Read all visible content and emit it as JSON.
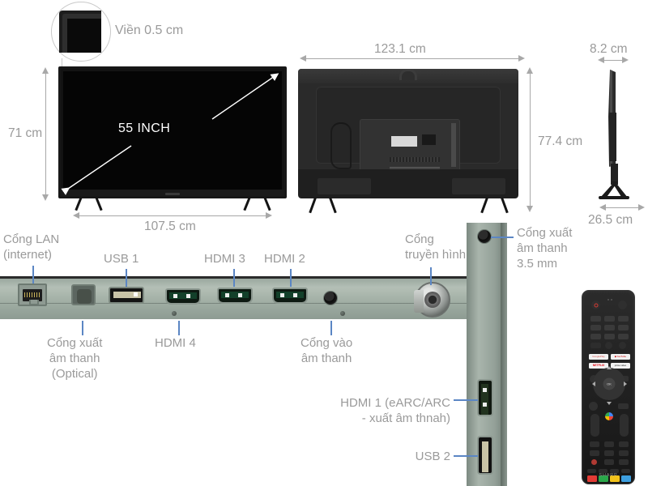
{
  "product": {
    "brand": "SHARP",
    "screen_size_label": "55 INCH"
  },
  "front_view": {
    "bezel_callout": "Viền 0.5 cm",
    "height_label": "71 cm",
    "width_label": "107.5 cm",
    "diagonal_label": "55 INCH"
  },
  "rear_view": {
    "width_label": "123.1 cm",
    "height_label": "77.4 cm"
  },
  "side_view": {
    "depth_label": "8.2 cm",
    "stand_depth_label": "26.5 cm"
  },
  "ports": {
    "bottom_panel": [
      {
        "id": "lan",
        "label": "Cổng LAN\n(internet)",
        "position": "above"
      },
      {
        "id": "optical",
        "label": "Cổng xuất\nâm thanh\n(Optical)",
        "position": "below"
      },
      {
        "id": "usb1",
        "label": "USB 1",
        "position": "above"
      },
      {
        "id": "hdmi4",
        "label": "HDMI 4",
        "position": "below"
      },
      {
        "id": "hdmi3",
        "label": "HDMI 3",
        "position": "above"
      },
      {
        "id": "hdmi2",
        "label": "HDMI 2",
        "position": "above"
      },
      {
        "id": "audio-in",
        "label": "Cổng vào\nâm thanh",
        "position": "below"
      },
      {
        "id": "rf",
        "label": "Cổng\ntruyền hình",
        "position": "above"
      }
    ],
    "side_panel": [
      {
        "id": "audio-out-35",
        "label": "Cổng xuất\nâm thanh\n3.5 mm"
      },
      {
        "id": "hdmi1",
        "label": "HDMI 1 (eARC/ARC\n- xuất âm thnah)"
      },
      {
        "id": "usb2",
        "label": "USB 2"
      }
    ]
  },
  "remote": {
    "brand": "SHARP",
    "number_keys": [
      "1",
      "2",
      "3",
      "4",
      "5",
      "6",
      "7",
      "8",
      "9"
    ],
    "function_keys": [
      "EPG",
      "SET",
      "0"
    ],
    "app_buttons": [
      {
        "name": "Google Play",
        "color": "#ffffff"
      },
      {
        "name": "YouTube",
        "color": "#ffffff"
      },
      {
        "name": "NETFLIX",
        "color": "#ffffff"
      },
      {
        "name": "prime video",
        "color": "#ffffff"
      }
    ],
    "ok_label": "OK",
    "color_keys": [
      "#e23b35",
      "#2aa84a",
      "#f2c21a",
      "#3d9fe0"
    ]
  },
  "colors": {
    "text_gray": "#9a9a9a",
    "leader_blue": "#5b86c4",
    "panel_green": "#a3b0a7",
    "tv_black": "#1b1b1b",
    "background": "#ffffff"
  }
}
